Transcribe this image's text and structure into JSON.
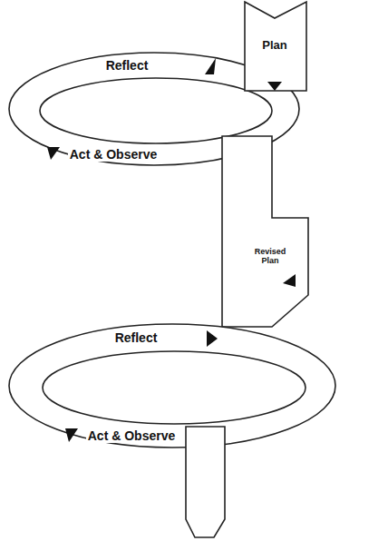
{
  "diagram": {
    "labels": [
      "Plan",
      "Reflect",
      "Act & Observe",
      "Reflect",
      "Revised Plan",
      "Act & Observe"
    ]
  }
}
